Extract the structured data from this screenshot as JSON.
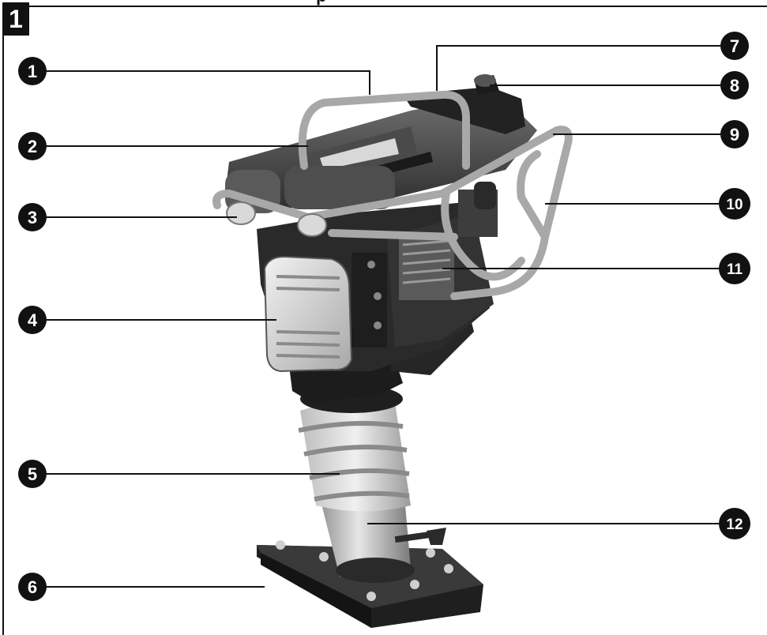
{
  "figure_number": "1",
  "title_fragment": "p",
  "callouts": [
    {
      "label": "1",
      "part": "handle-bar",
      "side": "left"
    },
    {
      "label": "2",
      "part": "top-cover",
      "side": "left"
    },
    {
      "label": "3",
      "part": "guard-frame-mount",
      "side": "left"
    },
    {
      "label": "4",
      "part": "air-filter-cover",
      "side": "left"
    },
    {
      "label": "5",
      "part": "bellows",
      "side": "left"
    },
    {
      "label": "6",
      "part": "tamping-plate",
      "side": "left"
    },
    {
      "label": "7",
      "part": "fuel-tank",
      "side": "right"
    },
    {
      "label": "8",
      "part": "fuel-cap",
      "side": "right"
    },
    {
      "label": "9",
      "part": "protective-frame",
      "side": "right"
    },
    {
      "label": "10",
      "part": "roll-bar",
      "side": "right"
    },
    {
      "label": "11",
      "part": "engine",
      "side": "right"
    },
    {
      "label": "12",
      "part": "leg-cylinder",
      "side": "right"
    }
  ],
  "colors": {
    "ink": "#111111",
    "paper": "#ffffff",
    "metal_light": "#d6d6d6",
    "metal_mid": "#9a9a9a",
    "metal_dark": "#3a3a3a"
  }
}
